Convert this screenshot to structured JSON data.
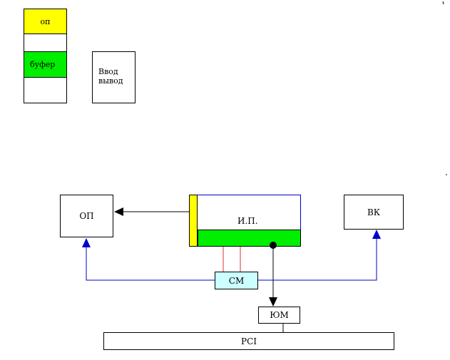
{
  "legend": {
    "op_label": "оп",
    "buffer_label": "буфер",
    "io_line1": "Ввод",
    "io_line2": "вывод"
  },
  "diagram": {
    "op": "ОП",
    "ip": "И.П.",
    "vk": "ВК",
    "cm": "СМ",
    "yum": "ЮМ",
    "pci": "PCI"
  },
  "colors": {
    "op_fill": "#ffff00",
    "buffer_fill": "#00ee00",
    "cm_fill": "#ccffff",
    "bus_blue": "#0000cc",
    "link_red": "#dd3333"
  }
}
